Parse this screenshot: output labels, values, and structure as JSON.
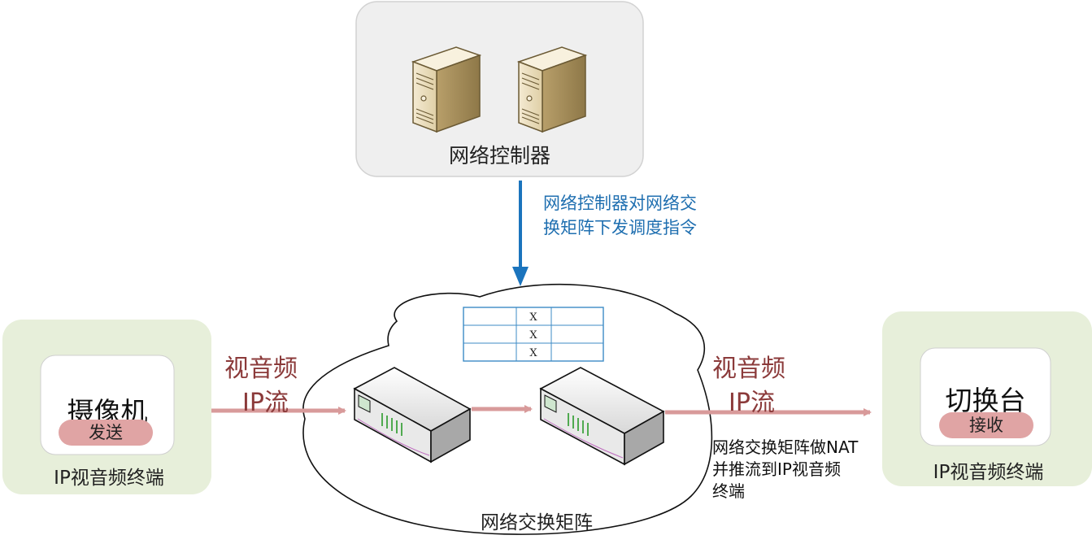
{
  "controller": {
    "label": "网络控制器"
  },
  "dispatch_note": {
    "line1": "网络控制器对网络交",
    "line2": "换矩阵下发调度指令"
  },
  "stream_left": {
    "line1": "视音频",
    "line2": "IP流"
  },
  "stream_right": {
    "line1": "视音频",
    "line2": "IP流"
  },
  "camera": {
    "title": "摄像机",
    "role": "发送",
    "terminal_label": "IP视音频终端"
  },
  "switcher": {
    "title": "切换台",
    "role": "接收",
    "terminal_label": "IP视音频终端"
  },
  "nat_note": {
    "line1": "网络交换矩阵做NAT",
    "line2": "并推流到IP视音频",
    "line3": "终端"
  },
  "matrix": {
    "label": "网络交换矩阵",
    "table_marks": [
      "X",
      "X",
      "X"
    ]
  },
  "colors": {
    "blue_arrow": "#1b74bd",
    "stream_arrow": "#d89a9a",
    "terminal_panel": "#e7efda",
    "controller_panel": "#efefef",
    "pill": "#e0a4a4"
  }
}
